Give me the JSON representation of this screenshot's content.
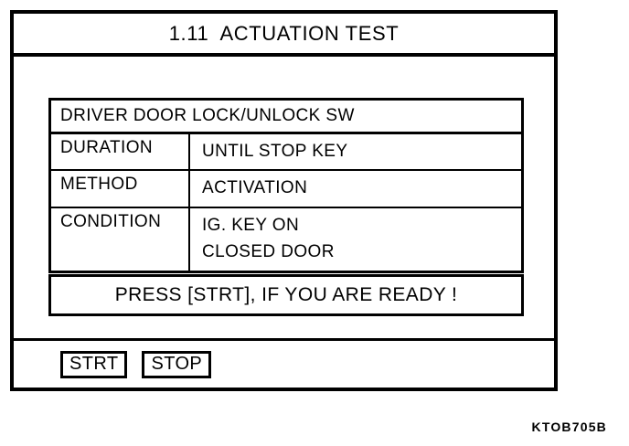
{
  "screen": {
    "title": "1.11  ACTUATION TEST",
    "test_name": "DRIVER DOOR LOCK/UNLOCK SW",
    "spec_rows": [
      {
        "label": "DURATION",
        "lines": [
          "UNTIL STOP KEY"
        ]
      },
      {
        "label": "METHOD",
        "lines": [
          "ACTIVATION"
        ]
      },
      {
        "label": "CONDITION",
        "lines": [
          "IG. KEY ON",
          "CLOSED DOOR"
        ]
      }
    ],
    "prompt": "PRESS [STRT], IF YOU ARE READY !",
    "softkeys": [
      {
        "label": "STRT"
      },
      {
        "label": "STOP"
      }
    ]
  },
  "figure": {
    "caption": "KTOB705B"
  }
}
